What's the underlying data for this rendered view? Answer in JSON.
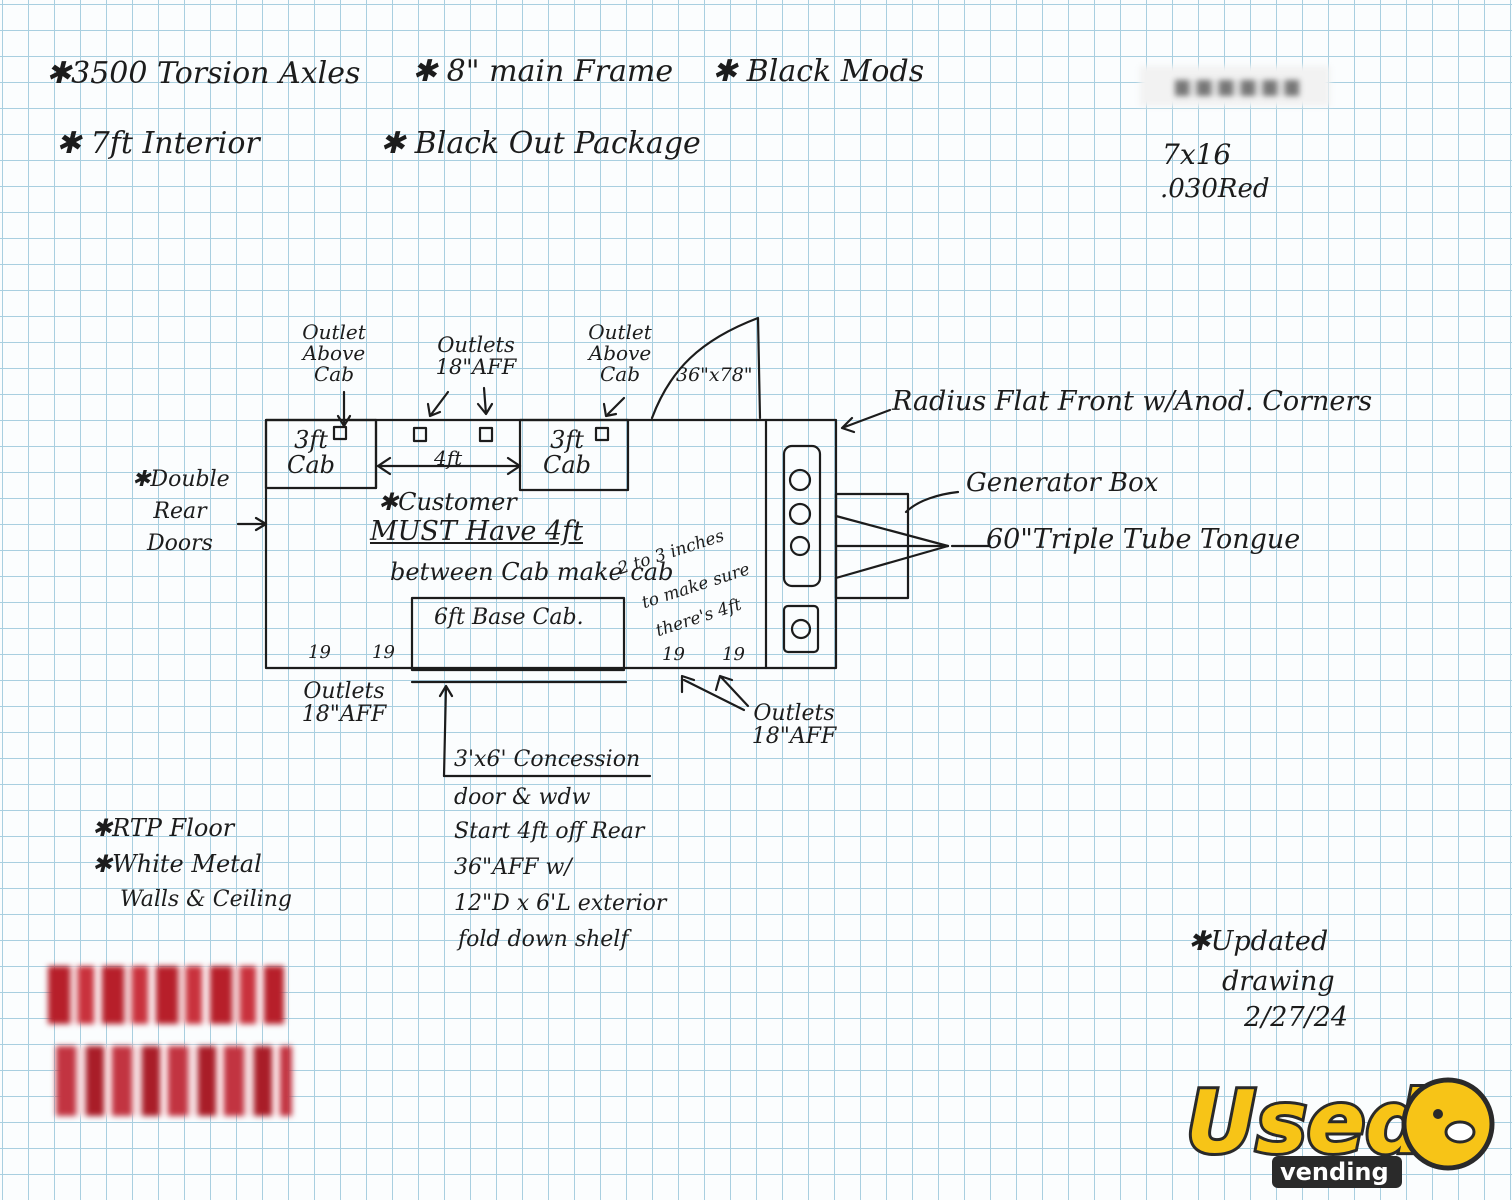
{
  "notes_top": {
    "axles": "✱3500 Torsion Axles",
    "frame": "✱ 8\" main Frame",
    "mods": "✱ Black Mods",
    "interior": "✱ 7ft Interior",
    "blackout": "✱ Black Out Package"
  },
  "spec": {
    "size": "7x16",
    "skin": ".030Red"
  },
  "layout": {
    "outlet_above_cab_left": "Outlet Above Cab",
    "outlets_18_top": "Outlets 18\"AFF",
    "outlet_above_cab_right": "Outlet Above Cab",
    "door_front": "36\"x78\"",
    "cab_left": "3ft Cab",
    "cab_right": "3ft Cab",
    "gap_4ft": "4ft",
    "double_rear_doors": "✱Double Rear Doors",
    "customer_line1": "✱Customer",
    "customer_line2": "MUST Have 4ft",
    "customer_line3": "between Cab make cab",
    "customer_line4": "2 to 3 inches",
    "customer_line5": "to make sure",
    "customer_line6": "there's 4ft",
    "base_cab": "6ft Base Cab.",
    "outlet_mark": "19",
    "outlets_bottom_left": "Outlets 18\"AFF",
    "outlets_bottom_right": "Outlets 18\"AFF",
    "radius_front": "Radius Flat Front w/Anod. Corners",
    "generator_box": "Generator Box",
    "tongue": "60\"Triple Tube Tongue"
  },
  "concession": {
    "line1": "3'x6' Concession",
    "line2": "door & wdw",
    "line3": "Start 4ft off Rear",
    "line4": "36\"AFF w/",
    "line5": "12\"D x 6'L exterior",
    "line6": "fold down shelf"
  },
  "notes_bottom": {
    "floor": "✱RTP Floor",
    "walls1": "✱White Metal",
    "walls2": "Walls & Ceiling"
  },
  "updated": {
    "line1": "✱Updated",
    "line2": "drawing",
    "date": "2/27/24"
  },
  "logo": {
    "brand": "Used",
    "sub": "vending"
  },
  "colors": {
    "grid": "#a9cfe0",
    "ink": "#1c1c1c",
    "logo_yellow": "#f7c417",
    "logo_dark": "#2a2a2a"
  }
}
